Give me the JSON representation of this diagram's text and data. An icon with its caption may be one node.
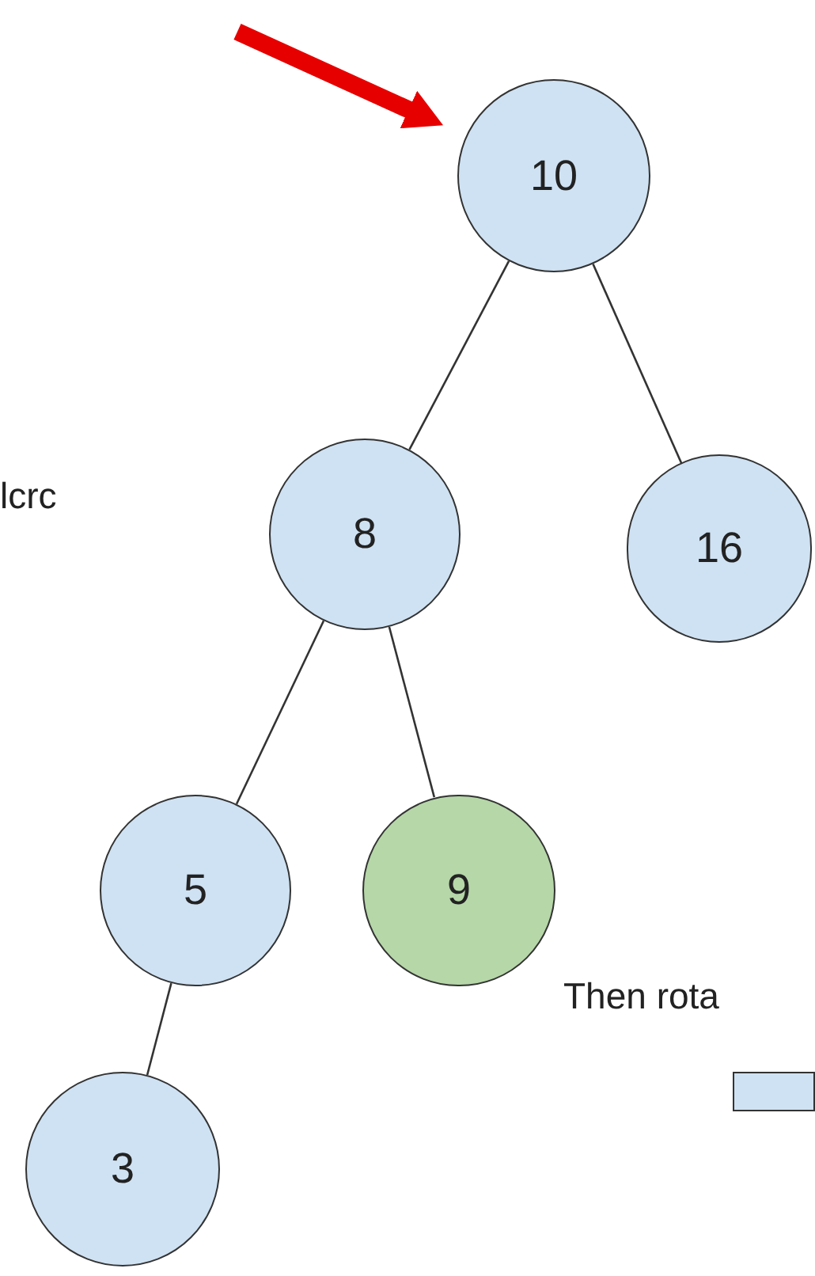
{
  "diagram": {
    "nodes": [
      {
        "text": [
          "10"
        ]
      },
      {
        "text": [
          "8"
        ]
      },
      {
        "text": [
          "16"
        ]
      },
      {
        "text": [
          "5"
        ]
      },
      {
        "text": [
          "9"
        ]
      },
      {
        "text": [
          "3"
        ]
      },
      {
        "text": [],
        "shape": "box"
      }
    ],
    "edges": [
      {
        "from": null,
        "to": 0,
        "arrow": "to",
        "style": "thick",
        "color": "#e60000"
      },
      {
        "from": 0,
        "to": 1,
        "arrow": "none"
      },
      {
        "from": 0,
        "to": 2,
        "arrow": "none"
      },
      {
        "from": 1,
        "to": 3,
        "arrow": "none"
      },
      {
        "from": 1,
        "to": 4,
        "arrow": "none"
      },
      {
        "from": 3,
        "to": 5,
        "arrow": "none"
      }
    ],
    "labels": [
      "lcrc",
      "Then rota"
    ]
  }
}
